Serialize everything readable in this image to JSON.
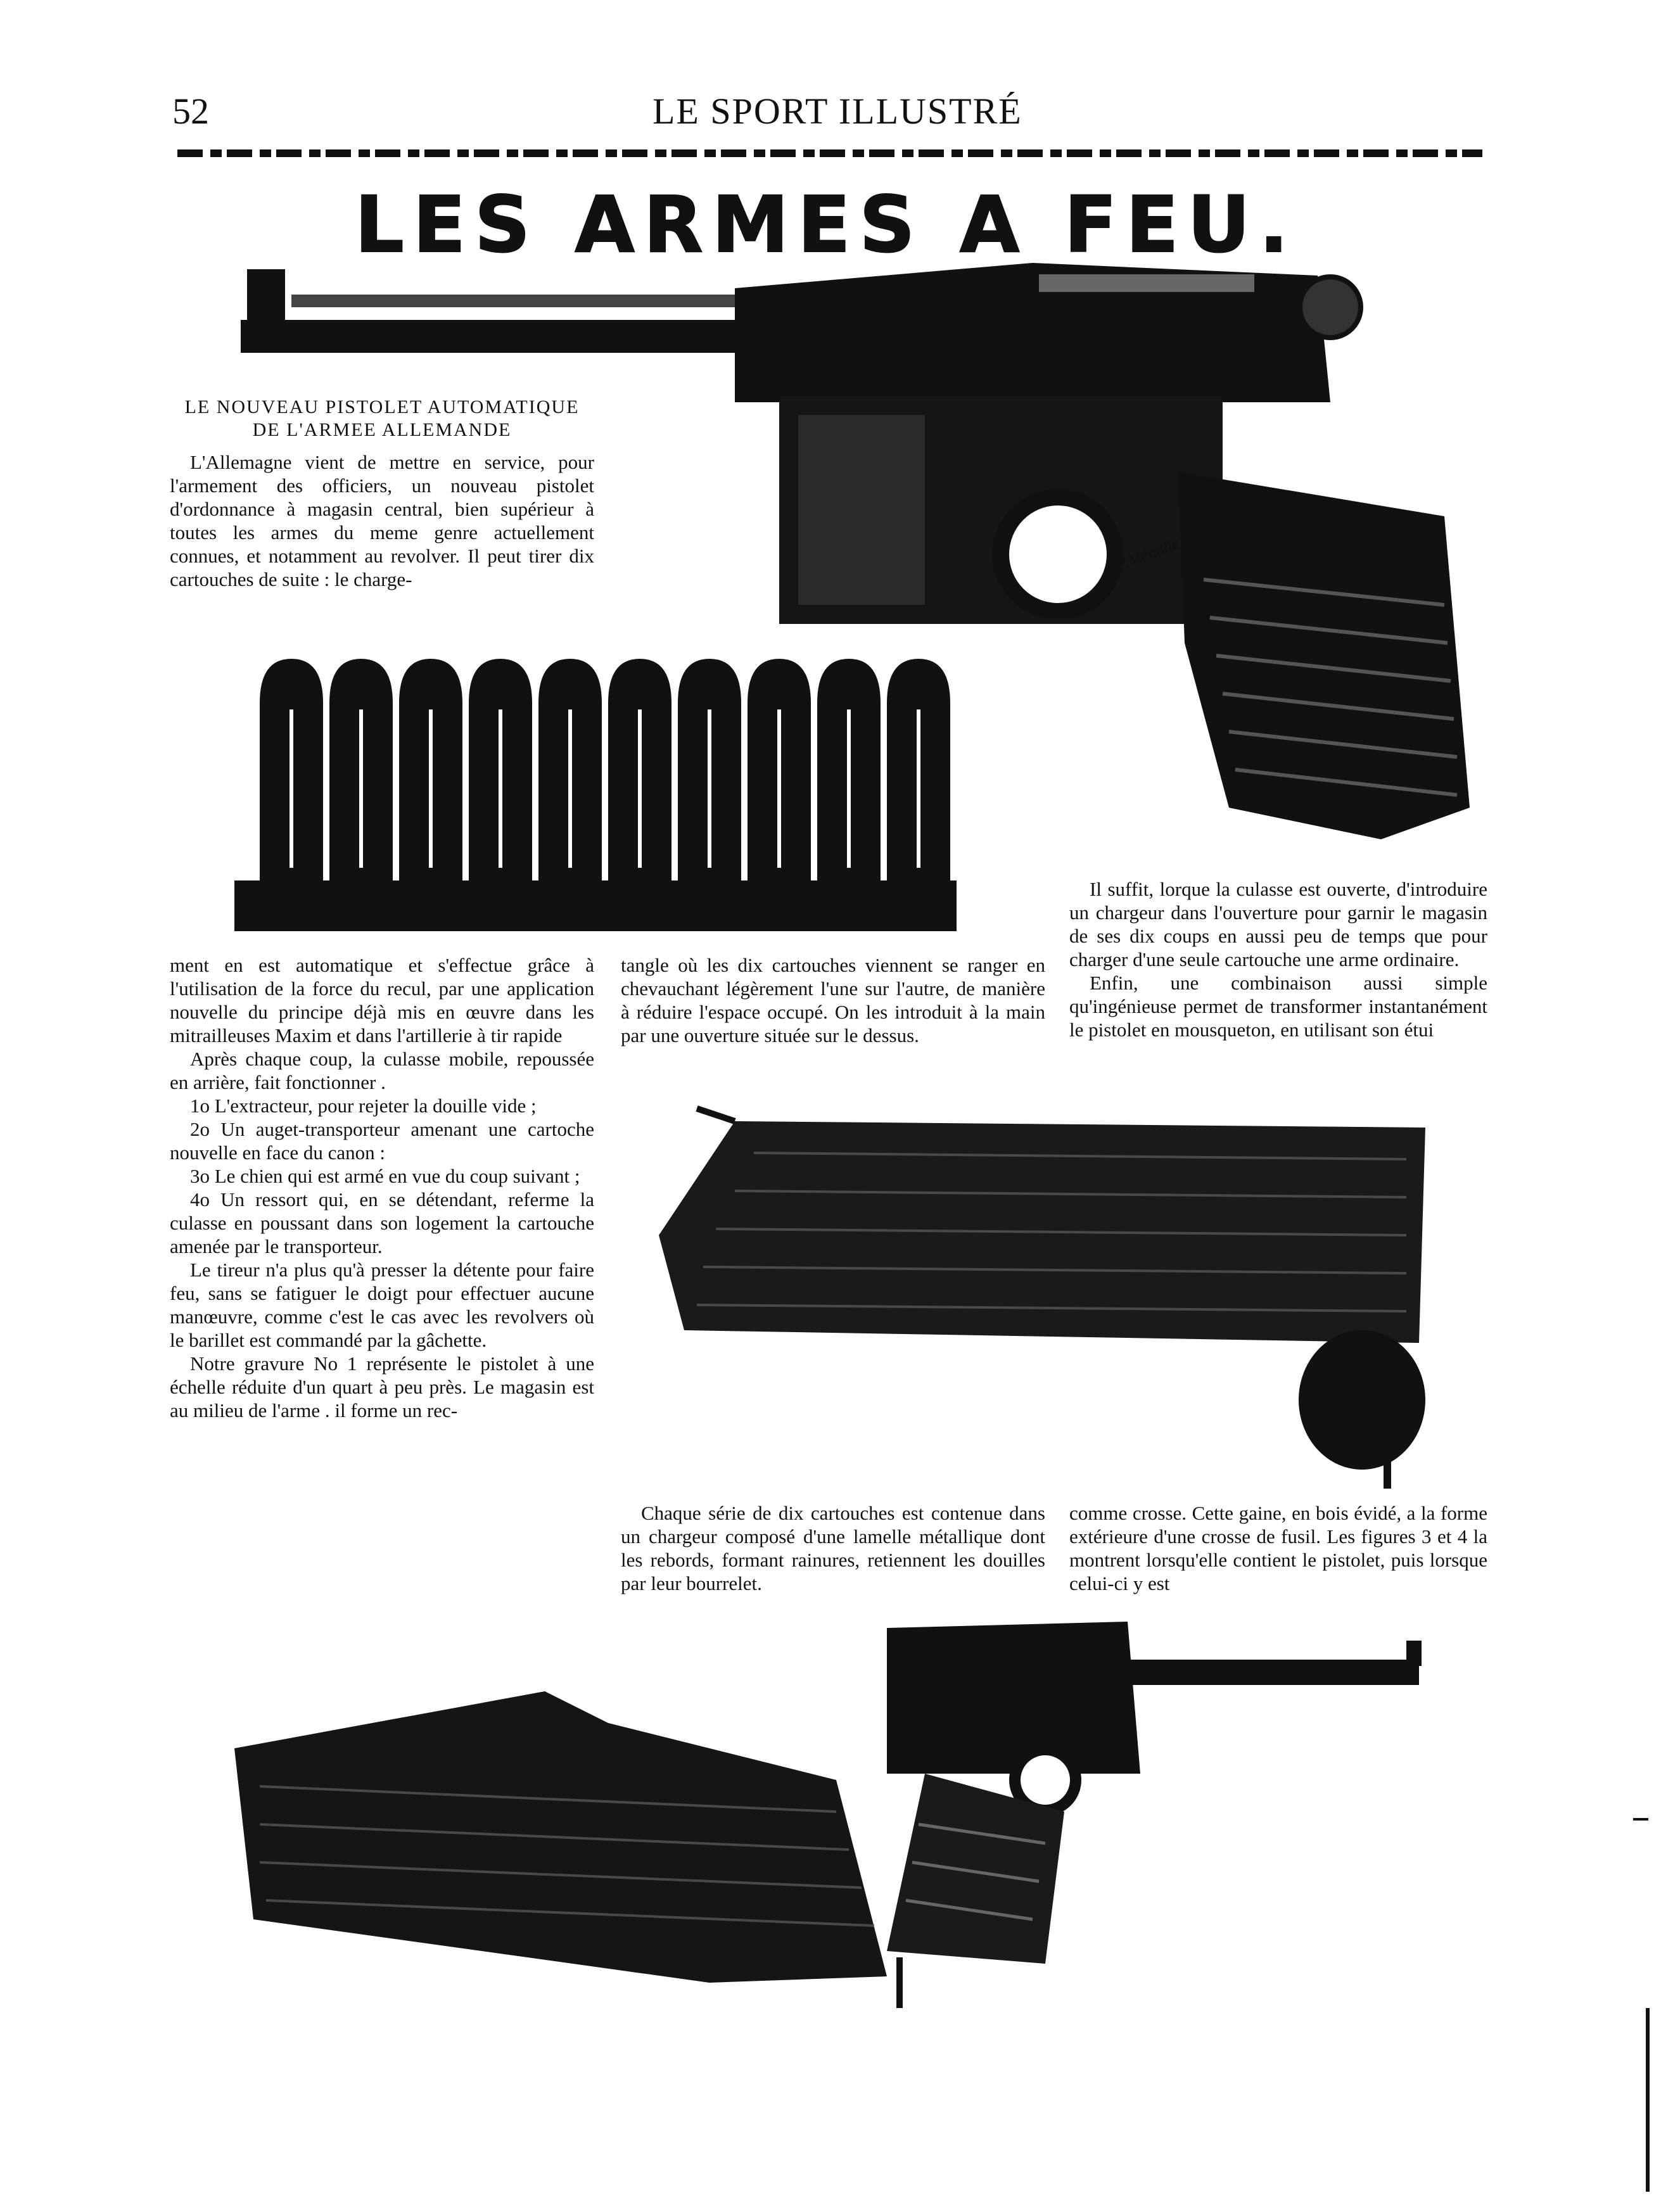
{
  "header": {
    "page_number": "52",
    "publication": "LE SPORT ILLUSTRÉ"
  },
  "article": {
    "title": "LES ARMES A FEU.",
    "subheading": "LE NOUVEAU PISTOLET AUTOMATIQUE DE L'ARMEE ALLEMANDE",
    "col1_top": "L'Allemagne vient de mettre en service, pour l'armement des officiers, un nouveau pistolet d'ordonnance à magasin central, bien supérieur à toutes les armes du meme genre actuellement connues, et notamment au revolver. Il peut tirer dix cartouches de suite : le charge-",
    "col1_bottom": [
      "ment en est automatique et s'effectue grâce à l'utilisation de la force du recul, par une application nouvelle du principe déjà mis en œuvre dans les mitrailleuses Maxim et dans l'artillerie à tir rapide",
      "Après chaque coup, la culasse mobile, repoussée en arrière, fait fonctionner .",
      "1o L'extracteur, pour rejeter la douille vide ;",
      "2o Un auget-transporteur amenant une cartoche nouvelle en face du canon :",
      "3o Le chien qui est armé en vue du coup suivant ;",
      "4o Un ressort qui, en se détendant, referme la culasse en poussant dans son logement la cartouche amenée par le transporteur.",
      "Le tireur n'a plus qu'à presser la détente pour faire feu, sans se fatiguer le doigt pour effectuer aucune manœuvre, comme c'est le cas avec les revolvers où le barillet est commandé par la gâchette.",
      "Notre gravure No 1 représente le pistolet à une échelle réduite d'un quart à peu près. Le magasin est au milieu de l'arme . il forme un rec-"
    ],
    "col2_top": "tangle où les dix cartouches viennent se ranger en chevauchant légèrement l'une sur l'autre, de manière à réduire l'espace occupé. On les introduit à la main par une ouverture située sur le dessus.",
    "col2_bottom": "Chaque série de dix cartouches est contenue dans un chargeur composé d'une lamelle métallique dont les rebords, formant rainures, retiennent les douilles par leur bourrelet.",
    "col3_top": [
      "Il suffit, lorque la culasse est ouverte, d'introduire un chargeur dans l'ouverture pour garnir le magasin de ses dix coups en aussi peu de temps que pour charger d'une seule cartouche une arme ordinaire.",
      "Enfin, une combinaison aussi simple qu'ingénieuse permet de transformer instantanément le pistolet en mousqueton, en utilisant son étui"
    ],
    "col3_bottom": "comme crosse. Cette gaine, en bois évidé, a la forme extérieure d'une crosse de fusil. Les figures 3 et 4 la montrent lorsqu'elle contient le pistolet, puis lorsque celui-ci y est"
  },
  "illustrations": {
    "pistol_signature": "F.Méaulle",
    "cartridge_count": 10
  },
  "colors": {
    "ink": "#111111",
    "paper": "#ffffff"
  }
}
